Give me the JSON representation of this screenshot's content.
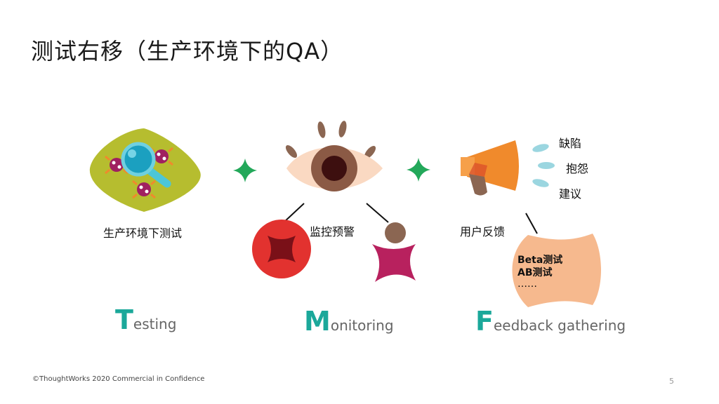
{
  "title": "测试右移（生产环境下的QA）",
  "testing": {
    "caption": "生产环境下测试",
    "initial": "T",
    "rest": "esting"
  },
  "monitoring": {
    "caption": "监控预警",
    "initial": "M",
    "rest": "onitoring"
  },
  "feedback": {
    "caption": "用户反馈",
    "initial": "F",
    "rest": "eedback gathering",
    "types": [
      "缺陷",
      "抱怨",
      "建议"
    ],
    "methods": [
      "Beta测试",
      "AB测试",
      "……"
    ]
  },
  "footer": "©ThoughtWorks 2020 Commercial in Confidence",
  "page_number": "5",
  "colors": {
    "olive": "#b6bd2f",
    "teal": "#1ba89a",
    "green_plus": "#23a85a",
    "orange": "#f08a2c",
    "peach": "#f6b98e",
    "red": "#e2322f",
    "magenta": "#b8215e",
    "brown": "#8b6652"
  }
}
